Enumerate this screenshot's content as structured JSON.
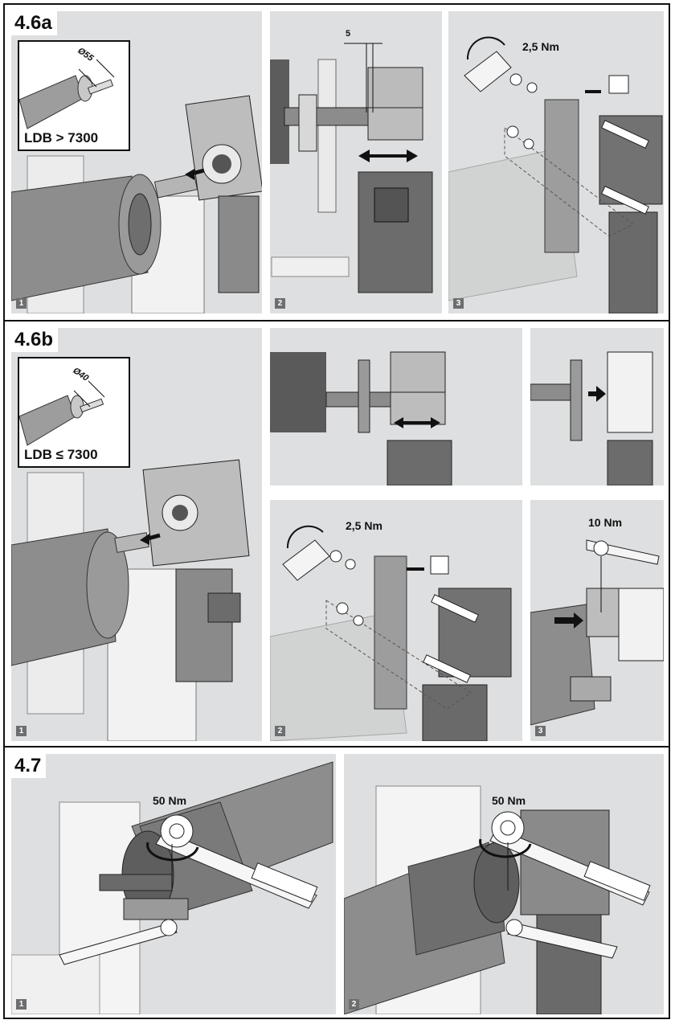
{
  "sections": [
    {
      "label": "4.6a",
      "inset": {
        "diameter": "Ø55",
        "condition": "LDB > 7300"
      },
      "steps": [
        "1",
        "2",
        "3"
      ],
      "gap_dimension": "5",
      "torque": "2,5 Nm"
    },
    {
      "label": "4.6b",
      "inset": {
        "diameter": "Ø40",
        "condition": "LDB ≤ 7300"
      },
      "steps": [
        "1",
        "2",
        "3"
      ],
      "torque_a": "2,5 Nm",
      "torque_b": "10 Nm"
    },
    {
      "label": "4.7",
      "steps": [
        "1",
        "2"
      ],
      "torque_a": "50 Nm",
      "torque_b": "50 Nm"
    }
  ],
  "colors": {
    "panel_bg": "#dedfe0",
    "step_badge": "#6d6e70",
    "metal": "#4a4a4a",
    "drum": "#8d8d8d"
  }
}
